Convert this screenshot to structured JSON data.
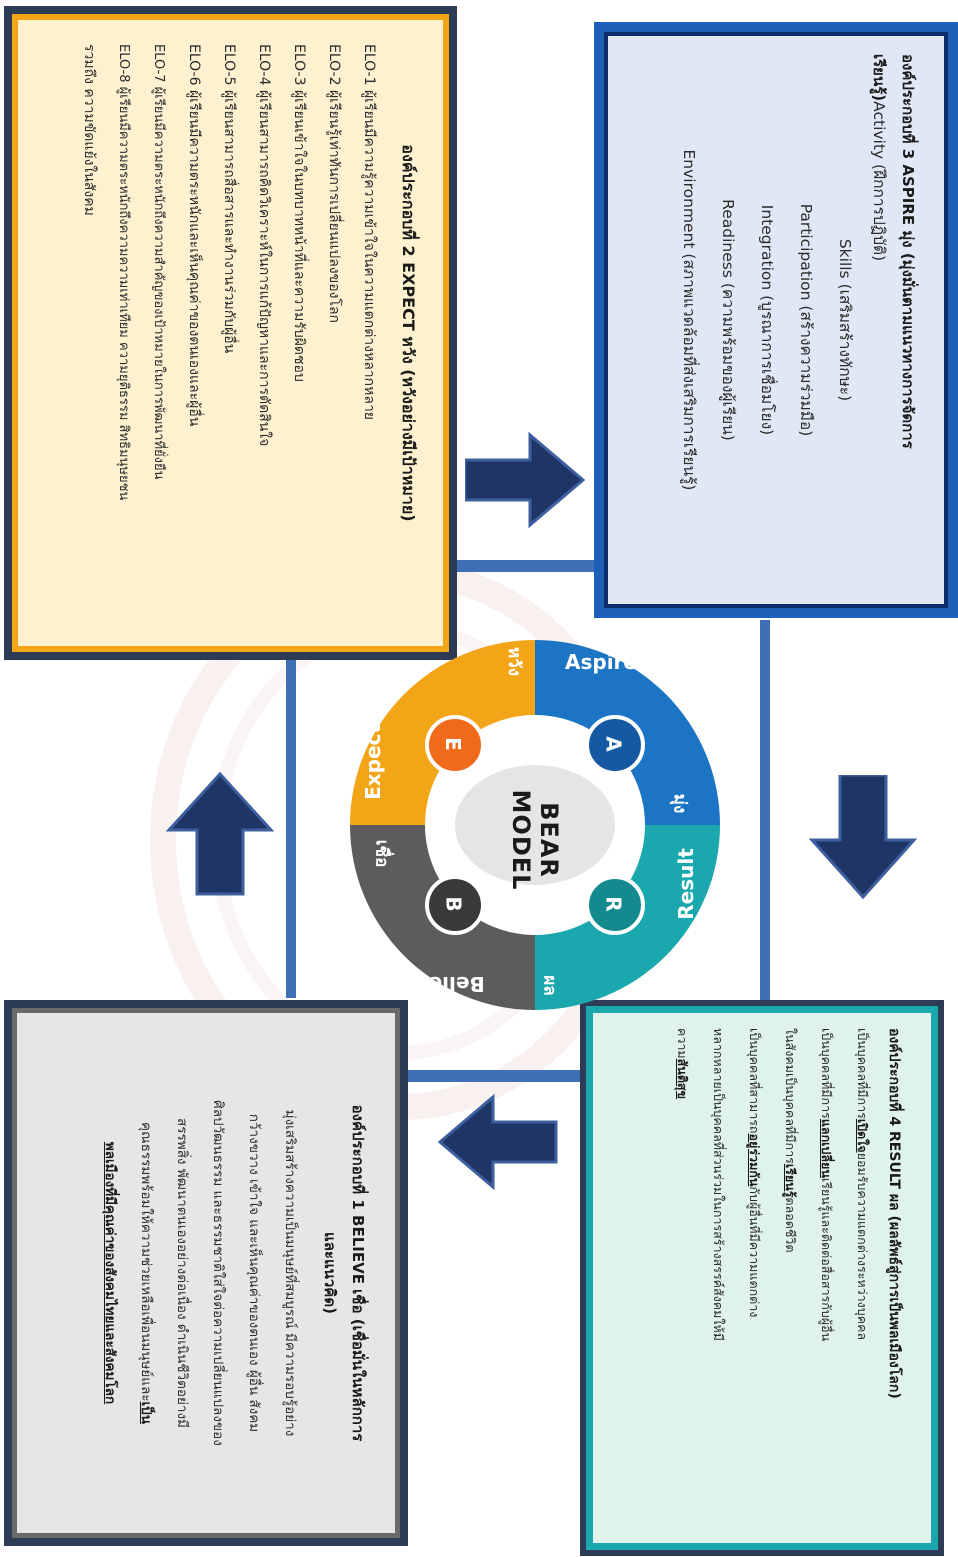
{
  "model": {
    "title": "BEAR MODEL",
    "segments": [
      {
        "letter": "B",
        "en": "Believe",
        "th": "เชื่อ",
        "color": "#5c5c5c",
        "circle": "#3a3a3a"
      },
      {
        "letter": "E",
        "en": "Expect",
        "th": "หวัง",
        "color": "#f2a517",
        "circle": "#ef6a1a"
      },
      {
        "letter": "A",
        "en": "Aspire",
        "th": "มุ่ง",
        "color": "#1c74c4",
        "circle": "#1559a3"
      },
      {
        "letter": "R",
        "en": "Result",
        "th": "ผล",
        "color": "#1aa7ad",
        "circle": "#148a8f"
      }
    ]
  },
  "expect": {
    "title": "องค์ประกอบที่ 2 EXPECT หวัง (หวังอย่างมีเป้าหมาย)",
    "lines": [
      "ELO-1 ผู้เรียนมีความรู้ความเข้าใจในความแตกต่างหลากหลาย",
      "ELO-2 ผู้เรียนรู้เท่าทันการเปลี่ยนแปลงของโลก",
      "ELO-3 ผู้เรียนเข้าใจในบทบาทหน้าที่และความรับผิดชอบ",
      "ELO-4 ผู้เรียนสามารถคิดวิเคราะห์ในการแก้ปัญหาและการตัดสินใจ",
      "ELO-5 ผู้เรียนสามารถสื่อสารและทำงานร่วมกับผู้อื่น",
      "ELO-6 ผู้เรียนมีความตระหนักและเห็นคุณค่าของตนเองและผู้อื่น",
      "ELO-7 ผู้เรียนมีความตระหนักถึงความสำคัญของเป้าหมายในการพัฒนาที่ยั่งยืน",
      "ELO-8 ผู้เรียนมีความตระหนักถึงความความเท่าเทียม ความยุติธรรม สิทธิมนุษยชน",
      "รวมถึง ความขัดแย้งในสังคม"
    ],
    "colors": {
      "outer": "#2e3b55",
      "ring": "#f2a517",
      "fill": "#fdf1cf"
    }
  },
  "aspire": {
    "title1": "องค์ประกอบที่ 3 ASPIRE มุ่ง (มุ่งมั่นตามแนวทางการจัดการ",
    "title2": "เรียนรู้)",
    "first_item": "Activity (ฝึกการปฏิบัติ)",
    "items": [
      "Skills (เสริมสร้างทักษะ)",
      "Participation (สร้างความร่วมมือ)",
      "Integration (บูรณาการเชื่อมโยง)",
      "Readiness (ความพร้อมของผู้เรียน)",
      "Environment (สภาพแวดล้อมที่ส่งเสริมการเรียนรู้)"
    ],
    "colors": {
      "outer": "#1c5fb8",
      "ring": "#0d2e6b",
      "fill": "#dfe8f4"
    }
  },
  "believe": {
    "title1": "องค์ประกอบที่ 1 BELIEVE เชื่อ (เชื่อมั่นในหลักการ",
    "title2": "และแนวคิด)",
    "lines": [
      "มุ่งเสริมสร้างความเป็นมนุษย์ที่สมบูรณ์ มีความรอบรู้อย่าง",
      "กว้างขวาง เข้าใจ และเห็นคุณค่าของตนเอง ผู้อื่น สังคม",
      "ศิลปวัฒนธรรม และธรรมชาติใส่ใจต่อความเปลี่ยนแปลงของ",
      "สรรพสิ่ง พัฒนาตนเองอย่างต่อเนื่อง ดำเนินชีวิตอย่างมี"
    ],
    "line5_a": "คุณธรรมพร้อมให้ความช่วยเหลือเพื่อนมนุษย์และ",
    "line5_b": "เป็น",
    "line6": "พลเมืองที่มีคุณค่าของสังคมไทยและสังคมโลก",
    "colors": {
      "outer": "#2e3b55",
      "ring": "#6a6a6a",
      "fill": "#e6e6e6"
    }
  },
  "result": {
    "title": "องค์ประกอบที่ 4 RESULT ผล (ผลลัพธ์สู่การเป็นพลเมืองโลก)",
    "l1_a": "เป็นบุคคลที่มีการ",
    "l1_b": "เปิดใจ",
    "l1_c": "ยอมรับความแตกต่างระหว่างบุคคล",
    "l2_a": "เป็นบุคคลที่มีการ",
    "l2_b": "แลกเปลี่ยน",
    "l2_c": "เรียนรู้และติดต่อสื่อสารกับผู้อื่น",
    "l3": "ในสังคมเป็นบุคคลที่มีการ",
    "l3_b": "เรียนรู้",
    "l3_c": "ตลอดชีวิต",
    "l4_a": "เป็นบุคคลที่สามารถ",
    "l4_b": "อยู่ร่วมกัน",
    "l4_c": "กับผู้อื่นที่มีความแตกต่าง",
    "l5": "หลากหลายเป็นบุคคลที่ส่วนร่วมในการสร้างสรรค์สังคมให้มี",
    "l6_a": "ความ",
    "l6_b": "สันติสุข",
    "colors": {
      "outer": "#2e3b55",
      "ring": "#1aa7ad",
      "fill": "#dff3ea"
    }
  },
  "arrow_color": "#1f3566"
}
